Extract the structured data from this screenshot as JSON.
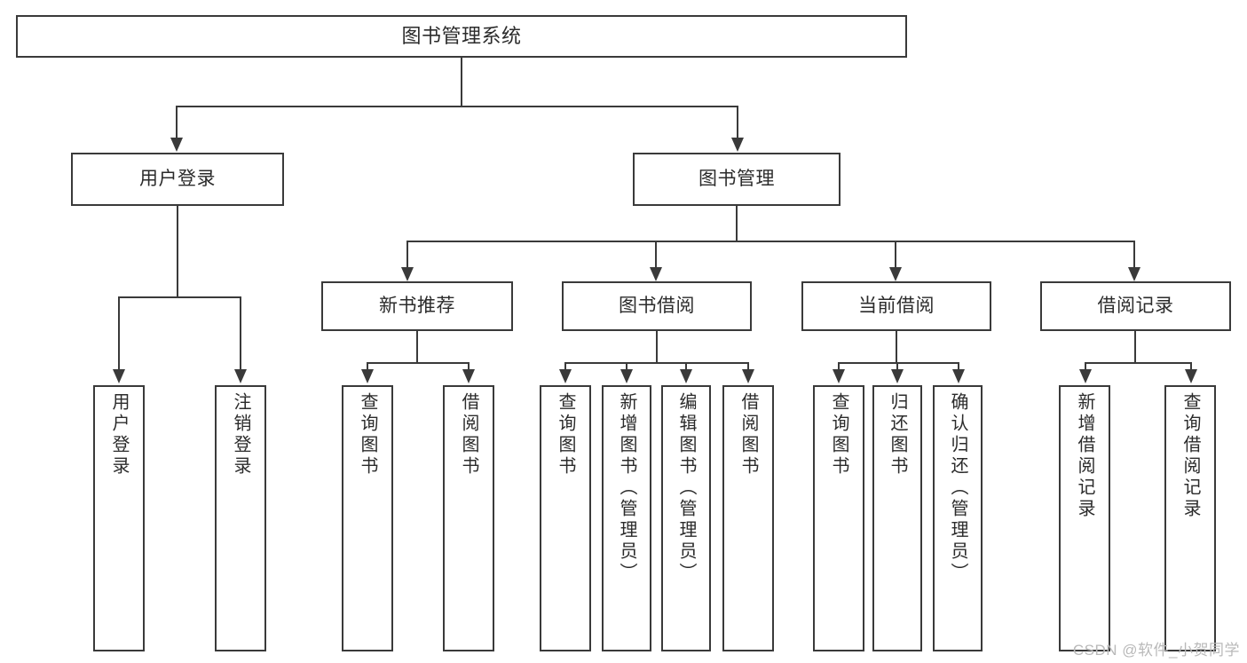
{
  "diagram": {
    "title": "图书管理系统",
    "watermark": "CSDN @软件_小贺同学",
    "colors": {
      "line": "#3a3a3a",
      "text": "#2b2b2b",
      "background": "#ffffff",
      "watermark": "#b9b9b9"
    },
    "root": {
      "label": "图书管理系统"
    },
    "level2": [
      {
        "label": "用户登录"
      },
      {
        "label": "图书管理"
      }
    ],
    "level3": [
      {
        "label": "新书推荐"
      },
      {
        "label": "图书借阅"
      },
      {
        "label": "当前借阅"
      },
      {
        "label": "借阅记录"
      }
    ],
    "leaves": {
      "user_login": [
        {
          "label": "用户登录"
        },
        {
          "label": "注销登录"
        }
      ],
      "new_book_recommend": [
        {
          "label": "查询图书"
        },
        {
          "label": "借阅图书"
        }
      ],
      "book_borrow": [
        {
          "label": "查询图书"
        },
        {
          "label": "新增图书（管理员）"
        },
        {
          "label": "编辑图书（管理员）"
        },
        {
          "label": "借阅图书"
        }
      ],
      "current_borrow": [
        {
          "label": "查询图书"
        },
        {
          "label": "归还图书"
        },
        {
          "label": "确认归还（管理员）"
        }
      ],
      "borrow_record": [
        {
          "label": "新增借阅记录"
        },
        {
          "label": "查询借阅记录"
        }
      ]
    }
  }
}
